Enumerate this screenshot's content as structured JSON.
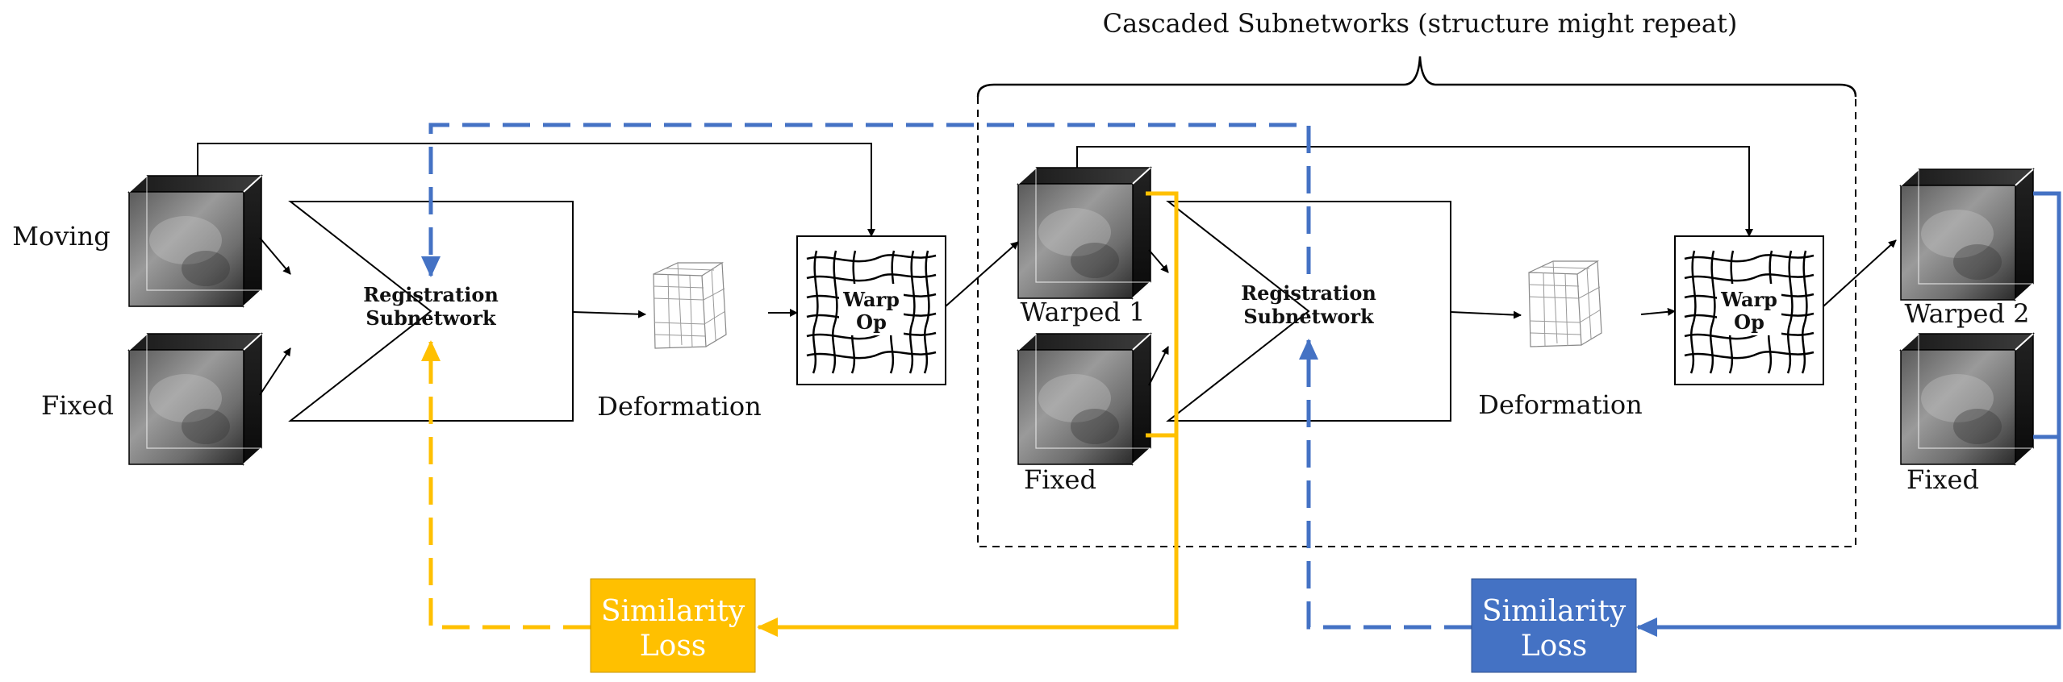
{
  "title": "Cascaded Subnetworks (structure might repeat)",
  "inputs": {
    "moving": "Moving",
    "fixed": "Fixed"
  },
  "subnetwork_1": {
    "line1": "Registration",
    "line2": "Subnetwork"
  },
  "subnetwork_2": {
    "line1": "Registration",
    "line2": "Subnetwork"
  },
  "deformation_1": "Deformation",
  "deformation_2": "Deformation",
  "warp_op_1": {
    "line1": "Warp",
    "line2": "Op"
  },
  "warp_op_2": {
    "line1": "Warp",
    "line2": "Op"
  },
  "stage_2_inputs": {
    "warped": "Warped 1",
    "fixed": "Fixed"
  },
  "outputs": {
    "warped": "Warped 2",
    "fixed": "Fixed"
  },
  "loss_1": {
    "line1": "Similarity",
    "line2": "Loss",
    "color": "#FFC000"
  },
  "loss_2": {
    "line1": "Similarity",
    "line2": "Loss",
    "color": "#4472C4"
  },
  "colors": {
    "yellow": "#FFC000",
    "blue": "#4472C4",
    "black": "#000000"
  }
}
